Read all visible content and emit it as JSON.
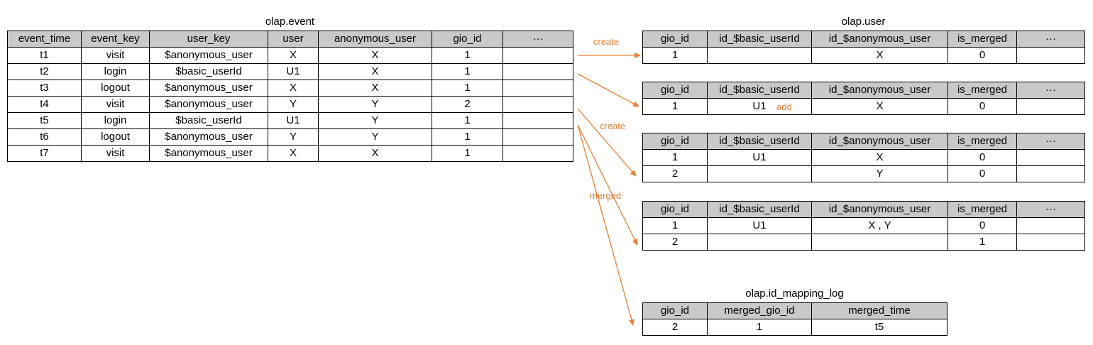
{
  "colors": {
    "header_bg": "#c9c9c9",
    "arrow": "#ed7d31",
    "border": "#000000"
  },
  "event_table": {
    "title": "olap.event",
    "columns": [
      "event_time",
      "event_key",
      "user_key",
      "user",
      "anonymous_user",
      "gio_id",
      "···"
    ],
    "rows": [
      [
        "t1",
        "visit",
        "$anonymous_user",
        "X",
        "X",
        "1",
        ""
      ],
      [
        "t2",
        "login",
        "$basic_userId",
        "U1",
        "X",
        "1",
        ""
      ],
      [
        "t3",
        "logout",
        "$anonymous_user",
        "X",
        "X",
        "1",
        ""
      ],
      [
        "t4",
        "visit",
        "$anonymous_user",
        "Y",
        "Y",
        "2",
        ""
      ],
      [
        "t5",
        "login",
        "$basic_userId",
        "U1",
        "Y",
        "1",
        ""
      ],
      [
        "t6",
        "logout",
        "$anonymous_user",
        "Y",
        "Y",
        "1",
        ""
      ],
      [
        "t7",
        "visit",
        "$anonymous_user",
        "X",
        "X",
        "1",
        ""
      ]
    ]
  },
  "user_tables": {
    "title": "olap.user",
    "columns": [
      "gio_id",
      "id_$basic_userId",
      "id_$anonymous_user",
      "is_merged",
      "···"
    ],
    "snapshots": [
      {
        "rows": [
          [
            "1",
            "",
            "X",
            "0",
            ""
          ]
        ]
      },
      {
        "rows": [
          [
            "1",
            "U1",
            "X",
            "0",
            ""
          ]
        ],
        "note": "add"
      },
      {
        "rows": [
          [
            "1",
            "U1",
            "X",
            "0",
            ""
          ],
          [
            "2",
            "",
            "Y",
            "0",
            ""
          ]
        ]
      },
      {
        "rows": [
          [
            "1",
            "U1",
            "X , Y",
            "0",
            ""
          ],
          [
            "2",
            "",
            "",
            "1",
            ""
          ]
        ]
      }
    ]
  },
  "mapping_table": {
    "title": "olap.id_mapping_log",
    "columns": [
      "gio_id",
      "merged_gio_id",
      "merged_time"
    ],
    "rows": [
      [
        "2",
        "1",
        "t5"
      ]
    ]
  },
  "arrow_labels": {
    "create_1": "create",
    "create_2": "create",
    "merged": "merged"
  }
}
